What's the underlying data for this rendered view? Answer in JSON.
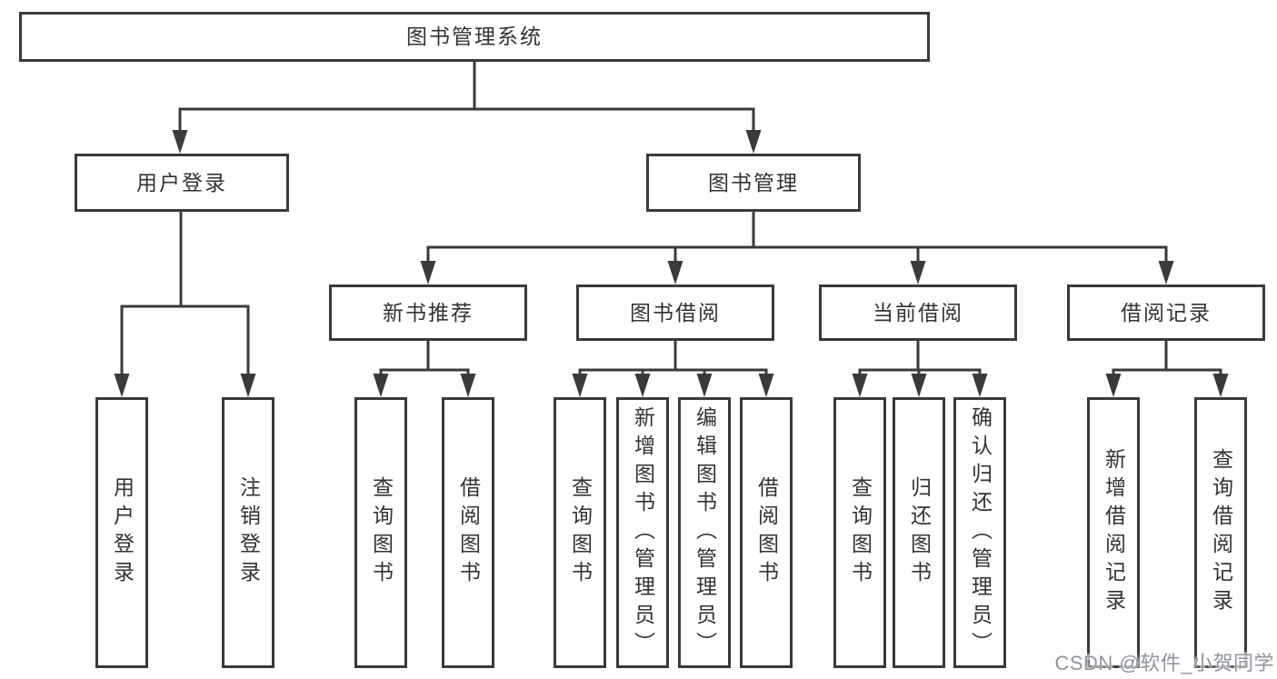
{
  "diagram": {
    "title": "图书管理系统",
    "nodes": {
      "root": "图书管理系统",
      "user_login": "用户登录",
      "book_management": "图书管理",
      "new_book_recommend": "新书推荐",
      "book_borrow": "图书借阅",
      "current_borrow": "当前借阅",
      "borrow_records": "借阅记录",
      "leaf_user_login": "用户登录",
      "leaf_logout": "注销登录",
      "leaf_recommend_query_book": "查询图书",
      "leaf_recommend_borrow_book": "借阅图书",
      "leaf_borrow_query_book": "查询图书",
      "leaf_borrow_add_book": "新增图书（管理员）",
      "leaf_borrow_edit_book": "编辑图书（管理员）",
      "leaf_borrow_borrow_book": "借阅图书",
      "leaf_current_query_book": "查询图书",
      "leaf_current_return_book": "归还图书",
      "leaf_current_confirm_return": "确认归还（管理员）",
      "leaf_records_add_record": "新增借阅记录",
      "leaf_records_query_record": "查询借阅记录"
    },
    "hierarchy": {
      "图书管理系统": {
        "用户登录": [
          "用户登录",
          "注销登录"
        ],
        "图书管理": {
          "新书推荐": [
            "查询图书",
            "借阅图书"
          ],
          "图书借阅": [
            "查询图书",
            "新增图书（管理员）",
            "编辑图书（管理员）",
            "借阅图书"
          ],
          "当前借阅": [
            "查询图书",
            "归还图书",
            "确认归还（管理员）"
          ],
          "借阅记录": [
            "新增借阅记录",
            "查询借阅记录"
          ]
        }
      }
    }
  },
  "watermark": {
    "text": "CSDN @软件_小贺同学",
    "color": "#8f959c"
  },
  "colors": {
    "background": "#ffffff",
    "line": "#3a3a3a",
    "box_border": "#3a3a3a",
    "box_fill": "#ffffff",
    "text": "#333333"
  }
}
